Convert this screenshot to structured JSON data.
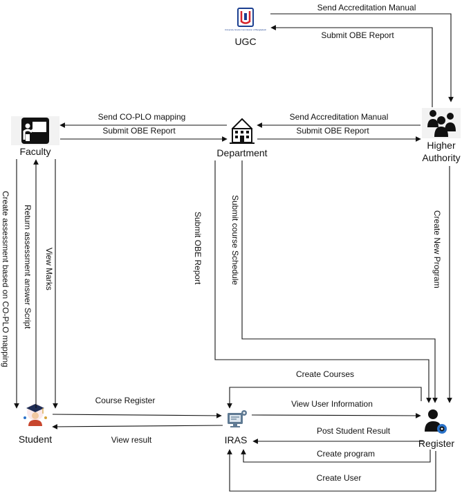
{
  "nodes": {
    "ugc": {
      "label": "UGC",
      "logo_text": "University Grants Commission of Bangladesh"
    },
    "faculty": {
      "label": "Faculty"
    },
    "department": {
      "label": "Department"
    },
    "higher_authority": {
      "label_line1": "Higher",
      "label_line2": "Authority"
    },
    "student": {
      "label": "Student"
    },
    "iras": {
      "label": "IRAS"
    },
    "register": {
      "label": "Register"
    }
  },
  "edges": {
    "ha_to_ugc": "Send Accreditation Manual",
    "ugc_to_ha": "Submit OBE Report",
    "dept_to_faculty": "Send CO-PLO mapping",
    "faculty_to_dept": "Submit OBE Report",
    "ha_to_dept": "Send Accreditation Manual",
    "dept_to_ha": "Submit OBE Report",
    "faculty_to_student_create": "Create assessment based on CO-PLO mapping",
    "student_to_faculty_return": "Return assessment answer Script",
    "faculty_to_student_marks": "View Marks",
    "dept_to_register_obe": "Submit OBE Report",
    "dept_to_register_schedule": "Submit course Schedule",
    "ha_to_register": "Create New Program",
    "register_to_iras_courses": "Create Courses",
    "student_to_iras": "Course Register",
    "iras_to_student": "View result",
    "iras_to_register_info": "View User Information",
    "register_to_iras_post": "Post Student Result",
    "register_to_iras_program": "Create program",
    "register_to_iras_user": "Create User"
  },
  "colors": {
    "ugc_blue": "#1a3e8f",
    "ugc_red": "#d6232a",
    "gear_blue": "#2b73c9"
  }
}
